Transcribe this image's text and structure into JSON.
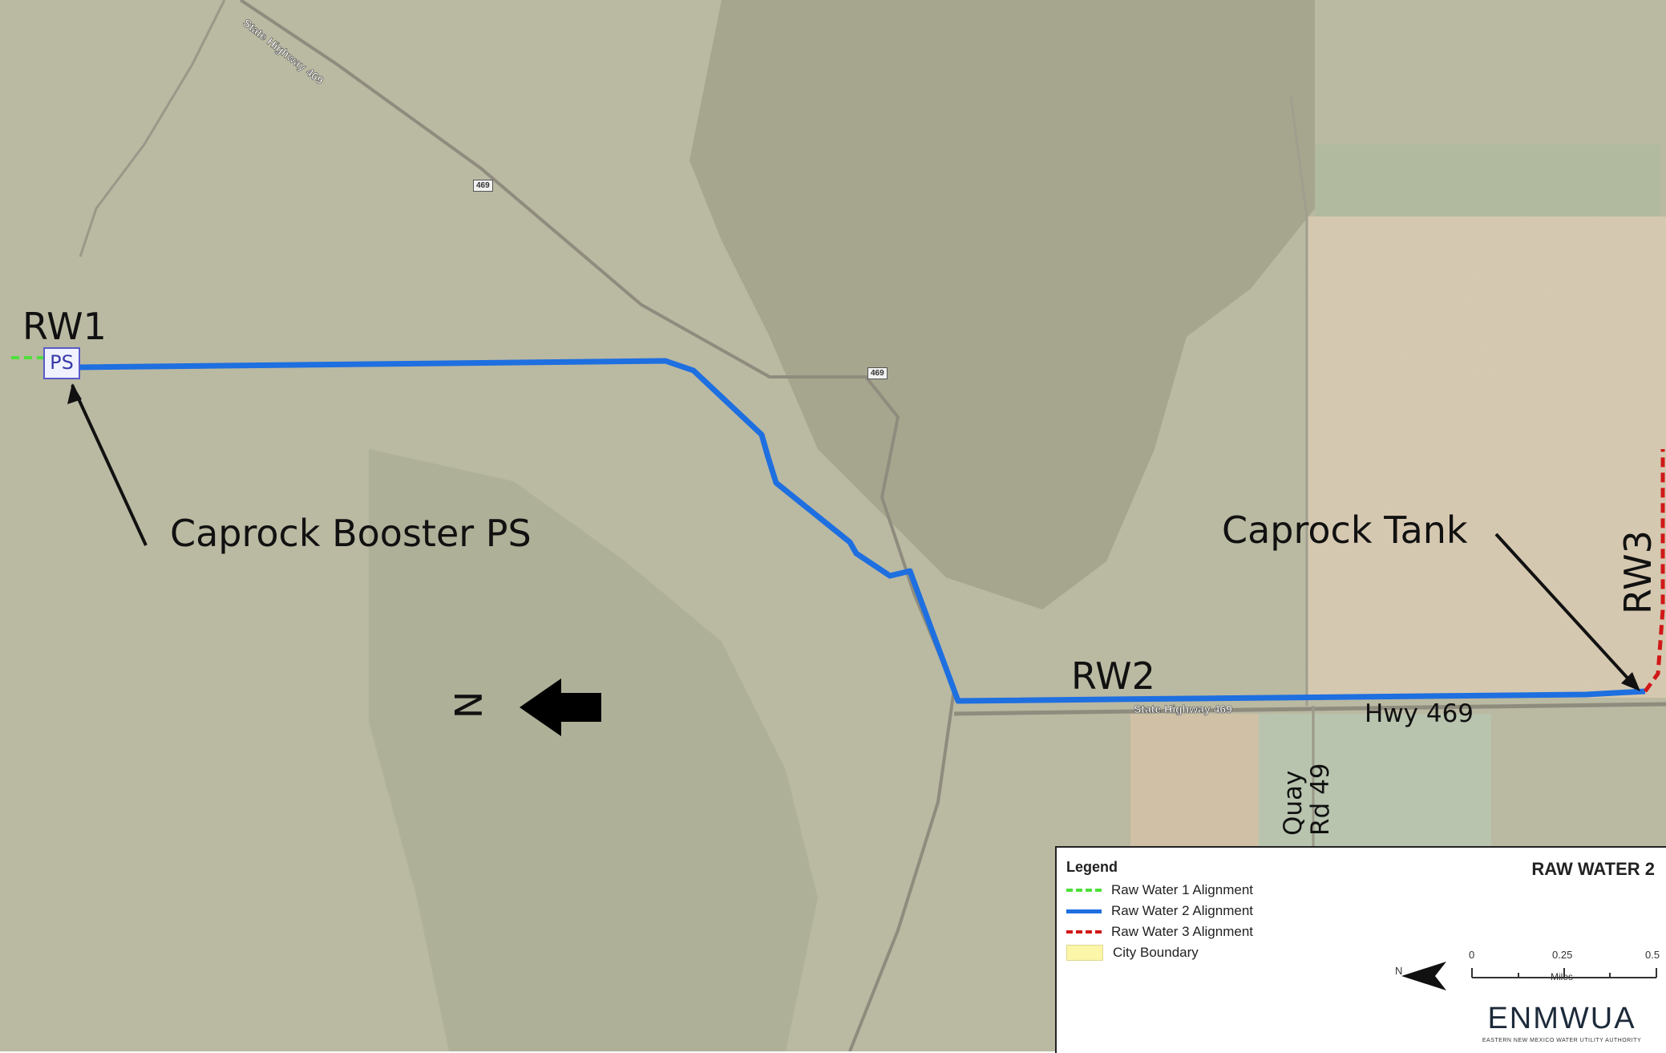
{
  "labels": {
    "rw1": "RW1",
    "rw2": "RW2",
    "rw3": "RW3",
    "caprock_booster": "Caprock Booster PS",
    "caprock_tank": "Caprock Tank",
    "hwy469": "Hwy 469",
    "quay_rd_49": "Quay Rd 49",
    "ps_symbol": "PS",
    "north_marker": "N",
    "route_shield_1": "469",
    "route_shield_2": "469",
    "state_highway_label": "State Highway 469",
    "state_highway_label_top": "State Highway 469"
  },
  "legend": {
    "title": "Legend",
    "items": [
      {
        "label": "Raw Water 1 Alignment",
        "color": "#4ee03a",
        "style": "dashed"
      },
      {
        "label": "Raw Water 2 Alignment",
        "color": "#1e6fe0",
        "style": "solid"
      },
      {
        "label": "Raw Water 3 Alignment",
        "color": "#d01818",
        "style": "dashed"
      },
      {
        "label": "City Boundary",
        "color": "#fbf6a8",
        "style": "area"
      }
    ]
  },
  "map_title": "RAW WATER 2",
  "scale": {
    "ticks": [
      "0",
      "0.25",
      "0.5"
    ],
    "unit": "Miles",
    "north": "N"
  },
  "org": {
    "name": "ENMWUA",
    "subtitle": "EASTERN NEW MEXICO WATER UTILITY AUTHORITY"
  },
  "colors": {
    "rw1": "#4ee03a",
    "rw2": "#1e6fe0",
    "rw3": "#d01818",
    "terrain": "#b9b9a1"
  }
}
